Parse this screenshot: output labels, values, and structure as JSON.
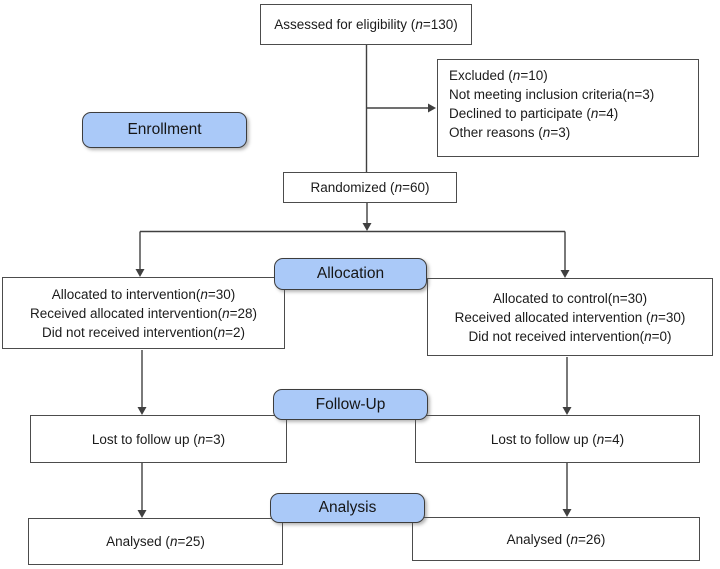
{
  "diagram": {
    "type": "consort-flow-diagram",
    "stage_labels": {
      "enrollment": "Enrollment",
      "allocation": "Allocation",
      "followup": "Follow-Up",
      "analysis": "Analysis"
    },
    "boxes": {
      "assessed": {
        "l1": {
          "pre": "Assessed for eligibility (",
          "n": "n",
          "post": "=130)"
        }
      },
      "excluded": {
        "l1": {
          "pre": "Excluded (",
          "n": "n",
          "post": "=10)"
        },
        "l2": {
          "text": "Not meeting inclusion criteria(n=3)"
        },
        "l3": {
          "pre": "Declined to participate (",
          "n": "n",
          "post": "=4)"
        },
        "l4": {
          "pre": "Other reasons (",
          "n": "n",
          "post": "=3)"
        }
      },
      "randomized": {
        "l1": {
          "pre": "Randomized (",
          "n": "n",
          "post": "=60)"
        }
      },
      "alloc_intervention": {
        "l1": {
          "pre": "Allocated to intervention(",
          "n": "n",
          "post": "=30)"
        },
        "l2": {
          "pre": "Received allocated intervention(",
          "n": "n",
          "post": "=28)"
        },
        "l3": {
          "pre": "Did not received intervention(",
          "n": "n",
          "post": "=2)"
        }
      },
      "alloc_control": {
        "l1": {
          "text": "Allocated to control(n=30)"
        },
        "l2": {
          "pre": "Received allocated intervention (",
          "n": "n",
          "post": "=30)"
        },
        "l3": {
          "pre": "Did not received intervention(",
          "n": "n",
          "post": "=0)"
        }
      },
      "followup_intervention": {
        "l1": {
          "pre": "Lost to follow up (",
          "n": "n",
          "post": "=3)"
        }
      },
      "followup_control": {
        "l1": {
          "pre": "Lost to follow up (",
          "n": "n",
          "post": "=4)"
        }
      },
      "analysed_intervention": {
        "l1": {
          "pre": "Analysed (",
          "n": "n",
          "post": "=25)"
        }
      },
      "analysed_control": {
        "l1": {
          "pre": "Analysed (",
          "n": "n",
          "post": "=26)"
        }
      }
    },
    "colors": {
      "stage_label_fill": "#aac9f8",
      "stage_label_border": "#3d3d3d",
      "box_border": "#4c4c4c",
      "box_fill": "#ffffff",
      "connector": "#404040"
    }
  }
}
